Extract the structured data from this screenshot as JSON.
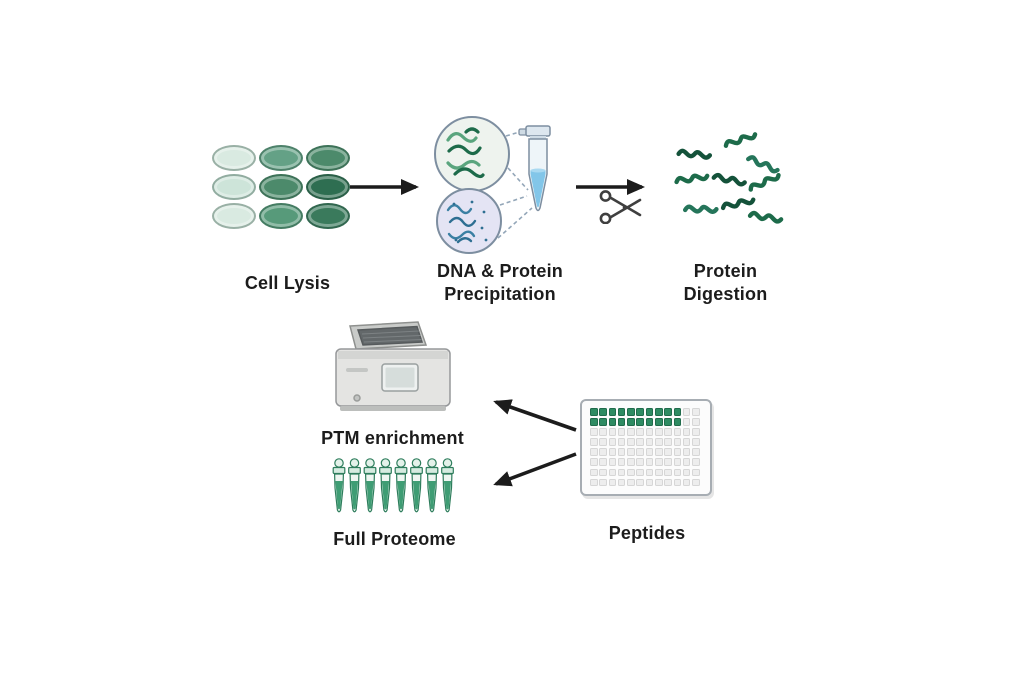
{
  "labels": {
    "cell_lysis": "Cell Lysis",
    "precipitation_line1": "DNA & Protein",
    "precipitation_line2": "Precipitation",
    "digestion_line1": "Protein",
    "digestion_line2": "Digestion",
    "ptm": "PTM enrichment",
    "full_proteome": "Full Proteome",
    "peptides": "Peptides"
  },
  "colors": {
    "text": "#1c1c1c",
    "arrow": "#1c1c1c",
    "protein_squiggle_dark": "#14523a",
    "protein_squiggle_mid": "#1d6b4a",
    "protein_squiggle_light": "#25755a",
    "dna_squiggle": "#2e6f92",
    "tube_liquid_blue": "#82c6e9",
    "pcr_tube_liquid_green": "#3f9d74",
    "well_filled": "#2e8b62",
    "well_empty": "#ededed"
  },
  "petri_grid": {
    "rows": 3,
    "cols": 3,
    "fills": [
      [
        "#d9eae1",
        "#64a186",
        "#4c8a6b"
      ],
      [
        "#cde4d9",
        "#4c8a6b",
        "#2e6e51"
      ],
      [
        "#d9eae1",
        "#579a7a",
        "#3a7a5c"
      ]
    ]
  },
  "well_plate": {
    "rows": 8,
    "cols": 12,
    "filled_wells": [
      {
        "row": 0,
        "col_start": 0,
        "col_end": 9
      },
      {
        "row": 1,
        "col_start": 0,
        "col_end": 9
      }
    ]
  },
  "full_proteome_tubes": {
    "count": 8
  }
}
